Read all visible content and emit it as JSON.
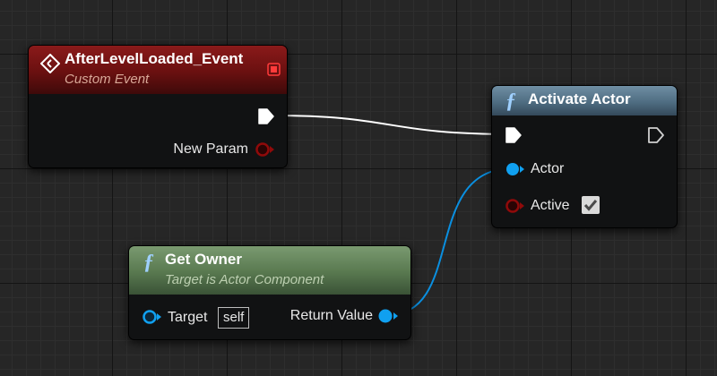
{
  "colors": {
    "canvas": "#262626",
    "exec_wire": "#ffffff",
    "object_wire": "#0a8fe0",
    "object_pin": "#10a0f0",
    "bool_pin": "#8f0a0a",
    "event_header": "#8a1a1a",
    "function_header_blue": "#4f6d82",
    "function_header_green": "#58784f"
  },
  "nodes": {
    "event": {
      "icon": "event-diamond-icon",
      "title": "AfterLevelLoaded_Event",
      "subtitle": "Custom Event",
      "param_label": "New Param"
    },
    "activate": {
      "icon": "function-icon",
      "title": "Activate Actor",
      "actor_label": "Actor",
      "active_label": "Active",
      "active_checked": true
    },
    "owner": {
      "icon": "function-icon",
      "title": "Get Owner",
      "subtitle": "Target is Actor Component",
      "target_label": "Target",
      "target_default": "self",
      "return_label": "Return Value"
    }
  }
}
